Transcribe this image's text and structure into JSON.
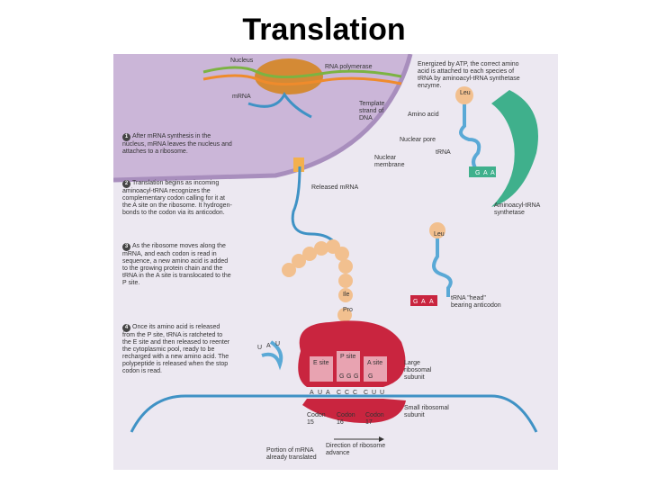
{
  "title": "Translation",
  "labels": {
    "nucleus": "Nucleus",
    "rna_polymerase": "RNA polymerase",
    "energized": "Energized by ATP, the correct amino acid is attached to each species of tRNA by aminoacyl-tRNA synthetase enzyme.",
    "mrna": "mRNA",
    "template_strand": "Template strand of DNA",
    "amino_acid": "Amino acid",
    "leu_top": "Leu",
    "nuclear_pore": "Nuclear pore",
    "trna": "tRNA",
    "nuclear_membrane": "Nuclear membrane",
    "released_mrna": "Released mRNA",
    "aminoacyl_synthetase": "Aminoacyl-tRNA synthetase",
    "leu_mid": "Leu",
    "ile": "Ile",
    "pro": "Pro",
    "trna_head": "tRNA \"head\" bearing anticodon",
    "e_site": "E site",
    "p_site": "P site",
    "a_site": "A site",
    "large_subunit": "Large ribosomal subunit",
    "small_subunit": "Small ribosomal subunit",
    "codon15": "Codon 15",
    "codon16": "Codon 16",
    "codon17": "Codon 17",
    "direction": "Direction of ribosome advance",
    "portion_translated": "Portion of mRNA already translated"
  },
  "steps": [
    {
      "num": "1",
      "text": "After mRNA synthesis in the nucleus, mRNA leaves the nucleus and attaches to a ribosome."
    },
    {
      "num": "2",
      "text": "Translation begins as incoming aminoacyl-tRNA recognizes the complementary codon calling for it at the A site on the ribosome. It hydrogen-bonds to the codon via its anticodon."
    },
    {
      "num": "3",
      "text": "As the ribosome moves along the mRNA, and each codon is read in sequence, a new amino acid is added to the growing protein chain and the tRNA in the A site is translocated to the P site."
    },
    {
      "num": "4",
      "text": "Once its amino acid is released from the P site, tRNA is ratcheted to the E site and then released to reenter the cytoplasmic pool, ready to be recharged with a new amino acid. The polypeptide is released when the stop codon is read."
    }
  ],
  "bases": {
    "trna_top": [
      "G",
      "A",
      "A"
    ],
    "trna_mid": [
      "G",
      "A",
      "A"
    ],
    "trna_left": [
      "U",
      "A",
      "U"
    ],
    "p_site_anticodon": [
      "G",
      "G",
      "G"
    ],
    "a_site_anticodon": [
      "G"
    ],
    "mrna_codons": [
      "A",
      "U",
      "A",
      "C",
      "C",
      "C",
      "C",
      "U",
      "U"
    ]
  },
  "colors": {
    "cell": "#e8e2ee",
    "nucleus": "#cdb9d9",
    "mrna": "#3f92c5",
    "ribosome": "#c9253f",
    "synthetase": "#3fb08c",
    "amino_acid": "#f2c08f",
    "trna": "#5aa9d6"
  }
}
